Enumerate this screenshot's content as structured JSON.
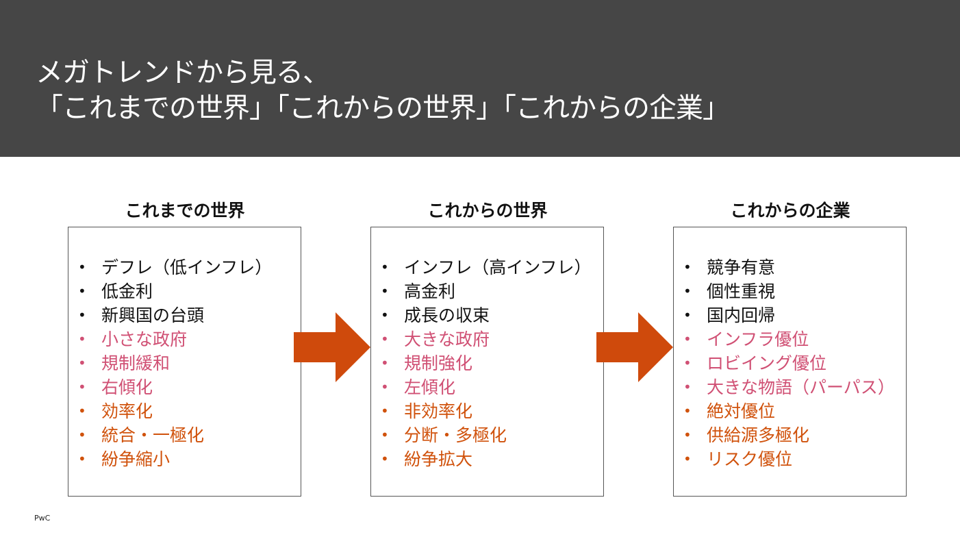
{
  "title": {
    "line1": "メガトレンドから見る、",
    "line2": "「これまでの世界」「これからの世界」「これからの企業」"
  },
  "columns": [
    {
      "heading": "これまでの世界",
      "items": [
        {
          "text": "デフレ（低インフレ）",
          "color": "black"
        },
        {
          "text": "低金利",
          "color": "black"
        },
        {
          "text": "新興国の台頭",
          "color": "black"
        },
        {
          "text": "小さな政府",
          "color": "pink"
        },
        {
          "text": "規制緩和",
          "color": "pink"
        },
        {
          "text": "右傾化",
          "color": "pink"
        },
        {
          "text": "効率化",
          "color": "orange"
        },
        {
          "text": "統合・一極化",
          "color": "orange"
        },
        {
          "text": "紛争縮小",
          "color": "orange"
        }
      ]
    },
    {
      "heading": "これからの世界",
      "items": [
        {
          "text": "インフレ（高インフレ）",
          "color": "black"
        },
        {
          "text": "高金利",
          "color": "black"
        },
        {
          "text": "成長の収束",
          "color": "black"
        },
        {
          "text": "大きな政府",
          "color": "pink"
        },
        {
          "text": "規制強化",
          "color": "pink"
        },
        {
          "text": "左傾化",
          "color": "pink"
        },
        {
          "text": "非効率化",
          "color": "orange"
        },
        {
          "text": "分断・多極化",
          "color": "orange"
        },
        {
          "text": "紛争拡大",
          "color": "orange"
        }
      ]
    },
    {
      "heading": "これからの企業",
      "items": [
        {
          "text": "競争有意",
          "color": "black"
        },
        {
          "text": "個性重視",
          "color": "black"
        },
        {
          "text": "国内回帰",
          "color": "black"
        },
        {
          "text": "インフラ優位",
          "color": "pink"
        },
        {
          "text": "ロビイング優位",
          "color": "pink"
        },
        {
          "text": "大きな物語（パーパス）",
          "color": "pink"
        },
        {
          "text": "絶対優位",
          "color": "orange"
        },
        {
          "text": "供給源多極化",
          "color": "orange"
        },
        {
          "text": "リスク優位",
          "color": "orange"
        }
      ]
    }
  ],
  "bullet": "•",
  "colors": {
    "header_bg": "#464646",
    "black": "#111111",
    "pink": "#d05074",
    "orange": "#d0520c",
    "arrow": "#cf4a0c"
  },
  "icons": {
    "arrow": "arrow-right-icon"
  },
  "footer": "PwC"
}
